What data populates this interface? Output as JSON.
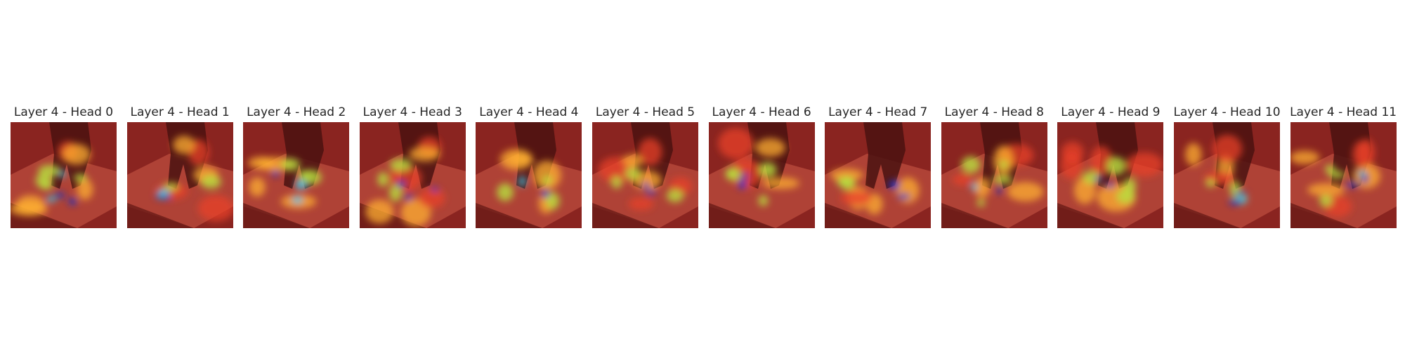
{
  "figure": {
    "panels": [
      {
        "title": "Layer 4 - Head 0"
      },
      {
        "title": "Layer 4 - Head 1"
      },
      {
        "title": "Layer 4 - Head 2"
      },
      {
        "title": "Layer 4 - Head 3"
      },
      {
        "title": "Layer 4 - Head 4"
      },
      {
        "title": "Layer 4 - Head 5"
      },
      {
        "title": "Layer 4 - Head 6"
      },
      {
        "title": "Layer 4 - Head 7"
      },
      {
        "title": "Layer 4 - Head 8"
      },
      {
        "title": "Layer 4 - Head 9"
      },
      {
        "title": "Layer 4 - Head 10"
      },
      {
        "title": "Layer 4 - Head 11"
      }
    ]
  },
  "colors": {
    "background": "#ffffff",
    "title_text": "#262626",
    "overlay_base": "#8a2420",
    "overlay_hot": "#e8402a",
    "overlay_warm": "#ffb030",
    "overlay_mid": "#b8e040",
    "overlay_cool": "#40c0e0",
    "overlay_cold": "#2030c0"
  }
}
